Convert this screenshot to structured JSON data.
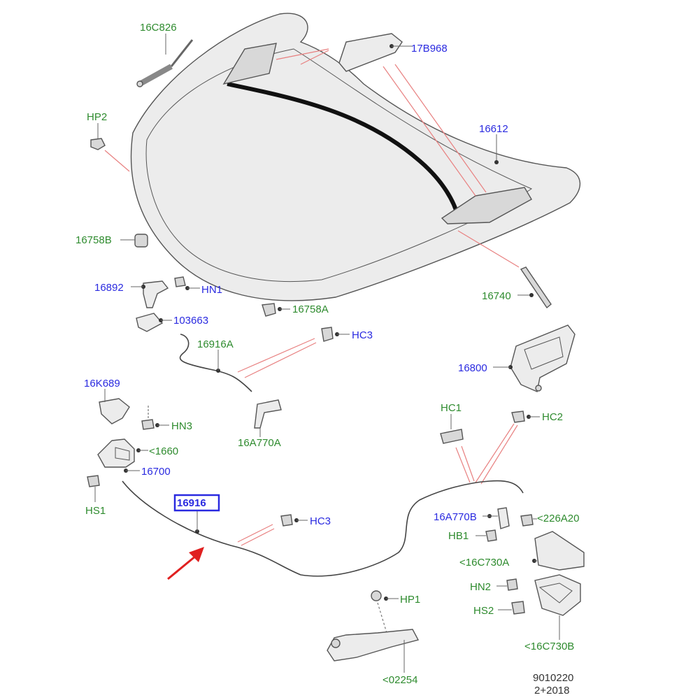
{
  "diagram": {
    "labels": {
      "l16C826": "16C826",
      "l17B968": "17B968",
      "lHP2": "HP2",
      "l16612": "16612",
      "l16758B": "16758B",
      "l16892": "16892",
      "lHN1": "HN1",
      "l16740": "16740",
      "l103663": "103663",
      "l16758A": "16758A",
      "lHC3a": "HC3",
      "l16916A": "16916A",
      "l16800": "16800",
      "l16K689": "16K689",
      "lHN3": "HN3",
      "l16A770A": "16A770A",
      "lHC1": "HC1",
      "lHC2": "HC2",
      "l1660": "<1660",
      "l16700": "16700",
      "lHS1": "HS1",
      "l16916": "16916",
      "lHC3b": "HC3",
      "l16A770B": "16A770B",
      "l226A20": "<226A20",
      "lHB1": "HB1",
      "l16C730A": "<16C730A",
      "lHN2": "HN2",
      "lHP1": "HP1",
      "lHS2": "HS2",
      "l16C730B": "<16C730B",
      "l02254": "<02254",
      "code1": "9010220",
      "code2": "2+2018"
    },
    "colors": {
      "part_number": "#2e8b2e",
      "reference": "#2a2ae0",
      "highlight_box": "#2a2ae0",
      "arrow": "#e02020"
    }
  }
}
